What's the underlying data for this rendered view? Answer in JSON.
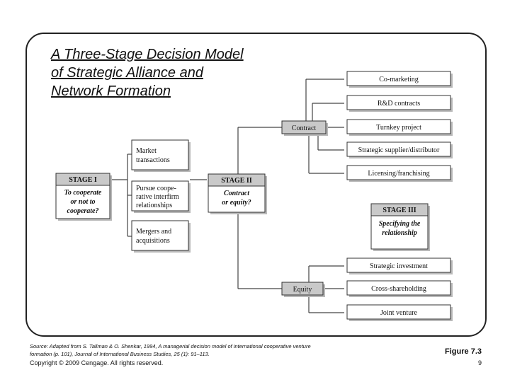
{
  "title_lines": [
    "A Three-Stage Decision Model",
    "of Strategic Alliance and",
    "Network Formation"
  ],
  "stage1": {
    "header": "STAGE I",
    "body": [
      "To cooperate",
      "or not to",
      "cooperate?"
    ]
  },
  "options": [
    [
      "Market",
      "transactions"
    ],
    [
      "Pursue coope-",
      "rative interfirm",
      "relationships"
    ],
    [
      "Mergers and",
      "acquisitions"
    ]
  ],
  "stage2": {
    "header": "STAGE II",
    "body": [
      "Contract",
      "or equity?"
    ]
  },
  "contract_label": "Contract",
  "equity_label": "Equity",
  "contract_items": [
    "Co-marketing",
    "R&D contracts",
    "Turnkey project",
    "Strategic supplier/distributor",
    "Licensing/franchising"
  ],
  "stage3": {
    "header": "STAGE III",
    "body": [
      "Specifying the",
      "relationship"
    ]
  },
  "equity_items": [
    "Strategic investment",
    "Cross-shareholding",
    "Joint venture"
  ],
  "source_text": "Source: Adapted from S. Tallman & O. Shenkar, 1994, A managerial decision model of international cooperative venture formation (p. 101), Journal of International Business Studies, 25 (1): 91–113.",
  "copyright": "Copyright © 2009 Cengage. All rights reserved.",
  "figure_label": "Figure 7.3",
  "page_number": "9"
}
